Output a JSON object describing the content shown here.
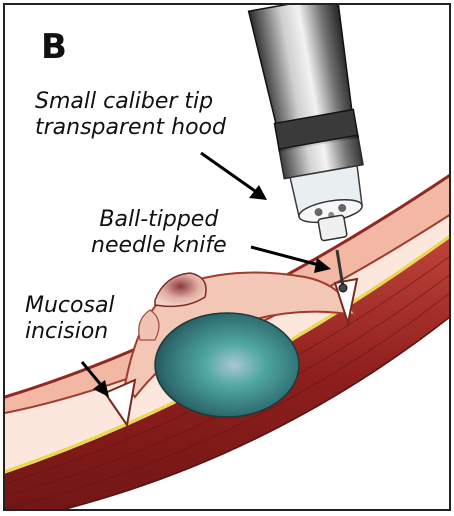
{
  "panel": {
    "letter": "B"
  },
  "labels": {
    "hood": [
      "Small caliber tip",
      "transparent hood"
    ],
    "knife": [
      "Ball-tipped",
      "needle knife"
    ],
    "incision": [
      "Mucosal",
      "incision"
    ]
  },
  "colors": {
    "mucosa": "#f6d8c6",
    "submucosa_line": "#e8e06a",
    "muscle": "#9b2a26",
    "lesion": "#3f8f8c",
    "scope": "#555555"
  }
}
